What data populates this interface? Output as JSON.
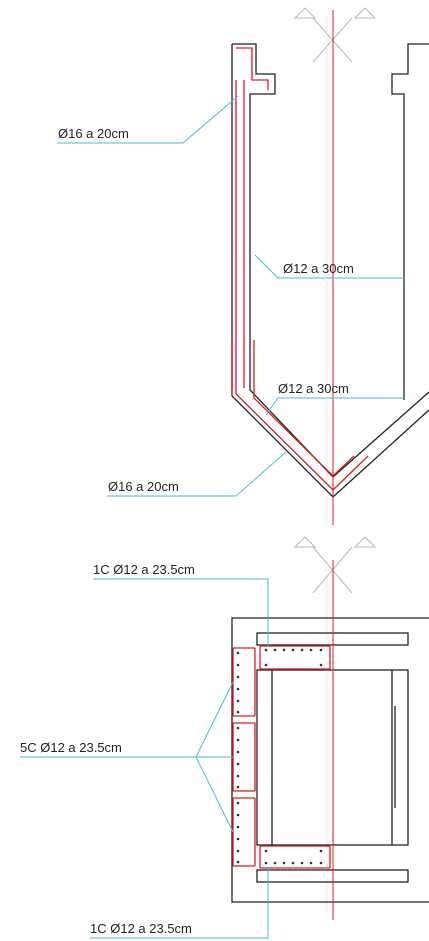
{
  "colors": {
    "concrete": "#222222",
    "rebar": "#e0191e",
    "leader": "#3fbfd6",
    "axis": "#e0191e",
    "symbol": "#b8b8b8"
  },
  "section": {
    "labels": {
      "top_wall": "Ø16 a 20cm",
      "inner_wall": "Ø12 a 30cm",
      "inner_slope": "Ø12 a 30cm",
      "outer_slope": "Ø16 a 20cm"
    }
  },
  "plan": {
    "labels": {
      "top_stirrup": "1C Ø12 a 23.5cm",
      "side_stirrups": "5C Ø12 a 23.5cm",
      "bottom_stirrup": "1C Ø12 a 23.5cm"
    }
  }
}
